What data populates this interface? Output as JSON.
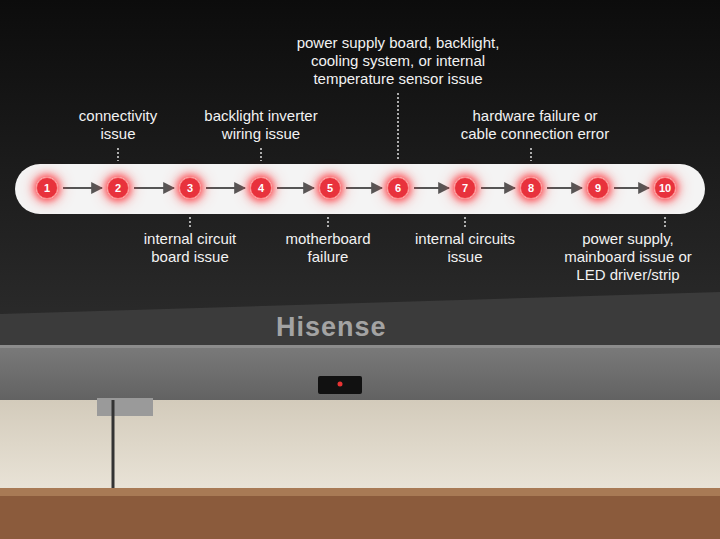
{
  "diagram": {
    "nodes": [
      {
        "text": [
          "1"
        ]
      },
      {
        "text": [
          "2"
        ]
      },
      {
        "text": [
          "3"
        ]
      },
      {
        "text": [
          "4"
        ]
      },
      {
        "text": [
          "5"
        ]
      },
      {
        "text": [
          "6"
        ]
      },
      {
        "text": [
          "7"
        ]
      },
      {
        "text": [
          "8"
        ]
      },
      {
        "text": [
          "9"
        ]
      },
      {
        "text": [
          "10"
        ]
      }
    ],
    "edges": [
      {
        "from": 0,
        "to": 1,
        "arrow": "to"
      },
      {
        "from": 1,
        "to": 2,
        "arrow": "to"
      },
      {
        "from": 2,
        "to": 3,
        "arrow": "to"
      },
      {
        "from": 3,
        "to": 4,
        "arrow": "to"
      },
      {
        "from": 4,
        "to": 5,
        "arrow": "to"
      },
      {
        "from": 5,
        "to": 6,
        "arrow": "to"
      },
      {
        "from": 6,
        "to": 7,
        "arrow": "to"
      },
      {
        "from": 7,
        "to": 8,
        "arrow": "to"
      },
      {
        "from": 8,
        "to": 9,
        "arrow": "to"
      }
    ],
    "labels": [
      "connectivity issue",
      "internal circuit board issue",
      "backlight inverter wiring issue",
      "motherboard failure",
      "power supply board, backlight, cooling system, or internal temperature sensor issue",
      "internal circuits issue",
      "hardware failure or cable connection error",
      "power supply, mainboard issue or LED driver/strip",
      "Hisense"
    ]
  }
}
